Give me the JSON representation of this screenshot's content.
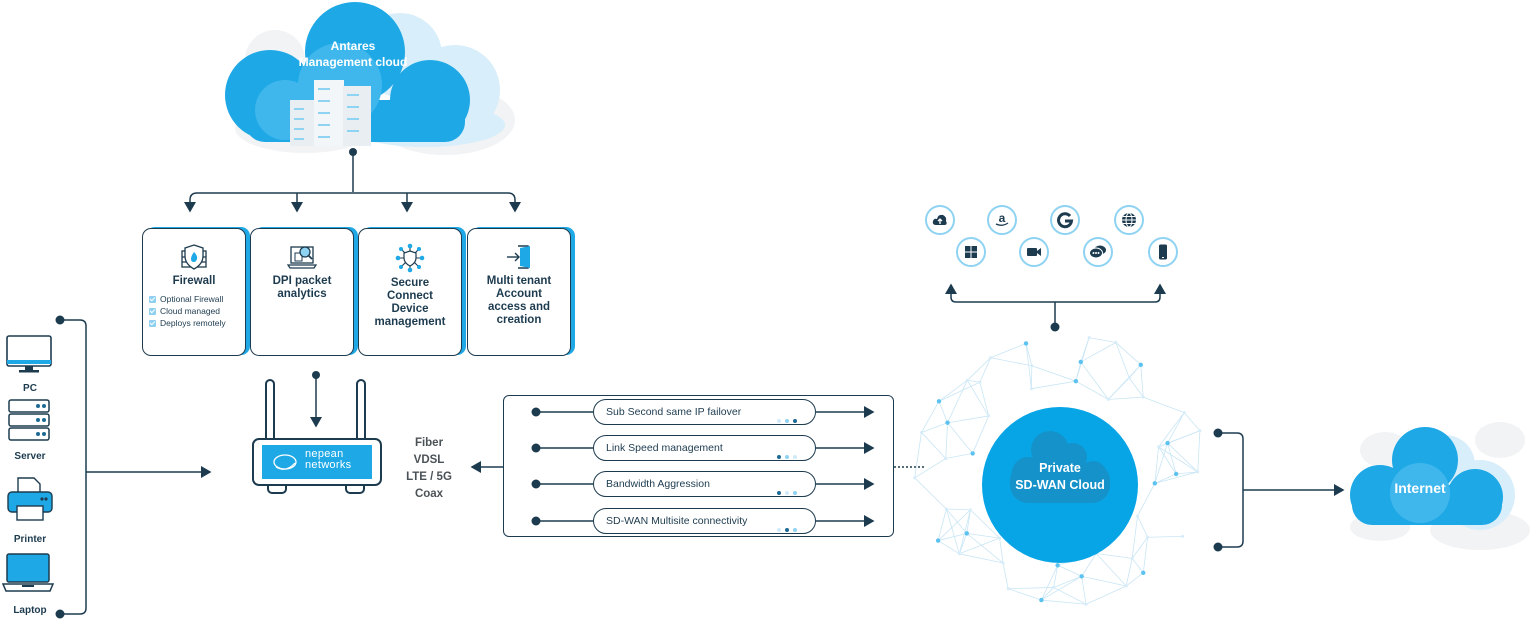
{
  "colors": {
    "primary_blue": "#1ea8e6",
    "light_blue": "#8fd3f2",
    "pale_blue": "#d8eefa",
    "dark_navy": "#1d3b4f",
    "text_gray": "#4b5257"
  },
  "management_cloud": {
    "title_line1": "Antares",
    "title_line2": "Management cloud"
  },
  "cards": [
    {
      "id": "firewall",
      "title": "Firewall",
      "icon": "firewall-shield-icon",
      "bullets": [
        "Optional Firewall",
        "Cloud managed",
        "Deploys remotely"
      ]
    },
    {
      "id": "dpi",
      "title_lines": [
        "DPI packet",
        "analytics"
      ],
      "icon": "laptop-search-icon"
    },
    {
      "id": "secure-connect",
      "title_lines": [
        "Secure",
        "Connect",
        "Device",
        "management"
      ],
      "icon": "network-shield-icon"
    },
    {
      "id": "multi-tenant",
      "title_lines": [
        "Multi tenant",
        "Account",
        "access and",
        "creation"
      ],
      "icon": "sign-in-door-icon"
    }
  ],
  "devices": [
    {
      "label": "PC",
      "icon": "monitor-icon"
    },
    {
      "label": "Server",
      "icon": "server-icon"
    },
    {
      "label": "Printer",
      "icon": "printer-icon"
    },
    {
      "label": "Laptop",
      "icon": "laptop-icon"
    }
  ],
  "router": {
    "brand_line1": "nepean",
    "brand_line2": "networks"
  },
  "connection_types": [
    "Fiber",
    "VDSL",
    "LTE / 5G",
    "Coax"
  ],
  "features": [
    {
      "label": "Sub Second same IP failover",
      "dots": [
        "#cfeaf8",
        "#8fd3f2",
        "#1d6a96"
      ]
    },
    {
      "label": "Link Speed management",
      "dots": [
        "#1d6a96",
        "#8fd3f2",
        "#cfeaf8"
      ]
    },
    {
      "label": "Bandwidth Aggression",
      "dots": [
        "#1d6a96",
        "#cfeaf8",
        "#8fd3f2"
      ]
    },
    {
      "label": "SD-WAN Multisite connectivity",
      "dots": [
        "#cfeaf8",
        "#1d6a96",
        "#8fd3f2"
      ]
    }
  ],
  "private_cloud": {
    "line1": "Private",
    "line2": "SD-WAN Cloud"
  },
  "services": [
    {
      "icon": "cloud-upload-icon"
    },
    {
      "icon": "windows-icon"
    },
    {
      "icon": "amazon-icon"
    },
    {
      "icon": "video-camera-icon"
    },
    {
      "icon": "google-icon"
    },
    {
      "icon": "chat-bubbles-icon"
    },
    {
      "icon": "globe-icon"
    },
    {
      "icon": "smartphone-icon"
    }
  ],
  "internet_cloud": {
    "label": "Internet"
  }
}
